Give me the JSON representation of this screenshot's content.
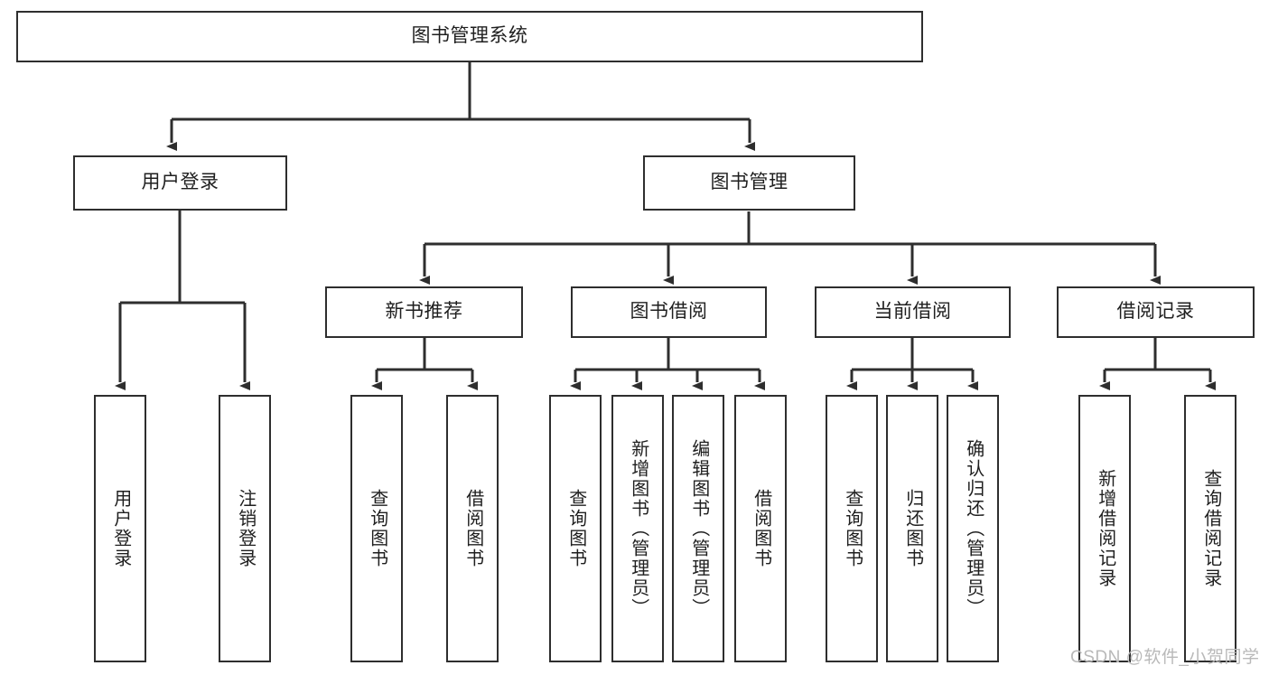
{
  "diagram": {
    "title": "图书管理系统",
    "type": "hierarchy-tree",
    "edge_color": "#2e2e2e",
    "box_border_color": "#2e2e2e",
    "box_fill_color": "#ffffff",
    "text_color": "#1f1f1f",
    "background_color": "#ffffff"
  },
  "root": {
    "label": "图书管理系统"
  },
  "level2": [
    {
      "label": "用户登录"
    },
    {
      "label": "图书管理"
    }
  ],
  "level3": [
    {
      "label": "新书推荐"
    },
    {
      "label": "图书借阅"
    },
    {
      "label": "当前借阅"
    },
    {
      "label": "借阅记录"
    }
  ],
  "leaves": {
    "user_login": [
      {
        "label": "用户登录"
      },
      {
        "label": "注销登录"
      }
    ],
    "new_book_recommend": [
      {
        "label": "查询图书"
      },
      {
        "label": "借阅图书"
      }
    ],
    "book_borrow": [
      {
        "label": "查询图书"
      },
      {
        "label": "新增图书（管理员）"
      },
      {
        "label": "编辑图书（管理员）"
      },
      {
        "label": "借阅图书"
      }
    ],
    "current_borrow": [
      {
        "label": "查询图书"
      },
      {
        "label": "归还图书"
      },
      {
        "label": "确认归还（管理员）"
      }
    ],
    "borrow_record": [
      {
        "label": "新增借阅记录"
      },
      {
        "label": "查询借阅记录"
      }
    ]
  },
  "watermark": {
    "text": "CSDN @软件_小贺同学"
  }
}
